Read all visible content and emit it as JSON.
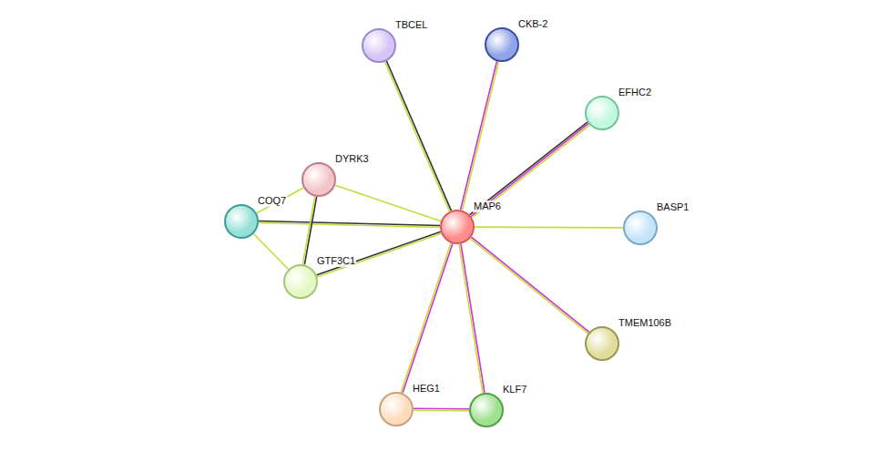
{
  "diagram": {
    "nodes": [
      {
        "text": [
          "TBCEL"
        ]
      },
      {
        "text": [
          "CKB-2"
        ]
      },
      {
        "text": [
          "EFHC2"
        ]
      },
      {
        "text": [
          "DYRK3"
        ]
      },
      {
        "text": [
          "COQ7"
        ]
      },
      {
        "text": [
          "MAP6"
        ]
      },
      {
        "text": [
          "BASP1"
        ]
      },
      {
        "text": [
          "GTF3C1"
        ]
      },
      {
        "text": [
          "TMEM106B"
        ]
      },
      {
        "text": [
          "HEG1"
        ]
      },
      {
        "text": [
          "KLF7"
        ]
      }
    ],
    "edges": [
      {
        "from": 5,
        "to": 0,
        "arrow": "none"
      },
      {
        "from": 5,
        "to": 1,
        "arrow": "none"
      },
      {
        "from": 5,
        "to": 2,
        "arrow": "none"
      },
      {
        "from": 5,
        "to": 3,
        "arrow": "none"
      },
      {
        "from": 5,
        "to": 4,
        "arrow": "none"
      },
      {
        "from": 5,
        "to": 7,
        "arrow": "none"
      },
      {
        "from": 5,
        "to": 6,
        "arrow": "none"
      },
      {
        "from": 5,
        "to": 8,
        "arrow": "none"
      },
      {
        "from": 5,
        "to": 9,
        "arrow": "none"
      },
      {
        "from": 5,
        "to": 10,
        "arrow": "none"
      },
      {
        "from": 3,
        "to": 7,
        "arrow": "none"
      },
      {
        "from": 4,
        "to": 3,
        "arrow": "none"
      },
      {
        "from": 4,
        "to": 7,
        "arrow": "none"
      },
      {
        "from": 9,
        "to": 10,
        "arrow": "none"
      }
    ]
  }
}
